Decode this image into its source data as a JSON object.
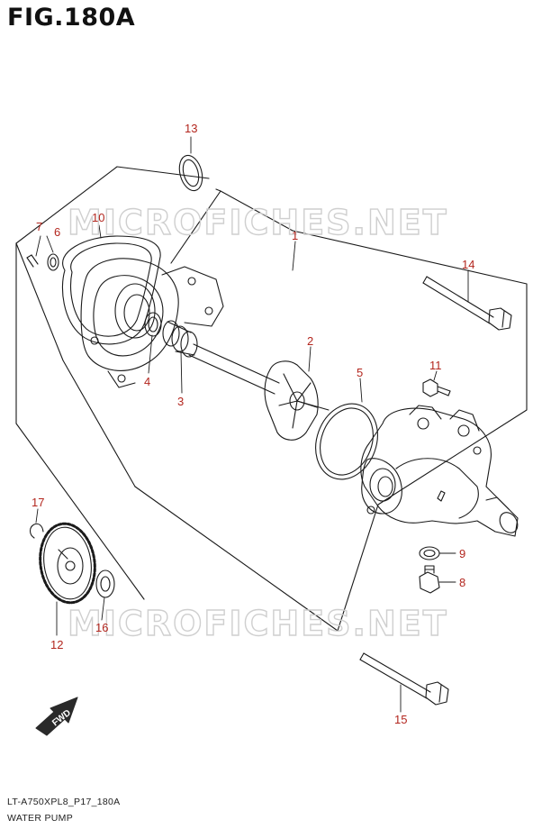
{
  "figure": {
    "title": "FIG.180A",
    "model_code": "LT-A750XPL8_P17_180A",
    "description": "WATER PUMP"
  },
  "watermark": "MICROFICHES.NET",
  "direction_badge": "FWD",
  "callouts": {
    "c1": "1",
    "c2": "2",
    "c3": "3",
    "c4": "4",
    "c5": "5",
    "c6": "6",
    "c7": "7",
    "c8": "8",
    "c9": "9",
    "c10": "10",
    "c11": "11",
    "c12": "12",
    "c13": "13",
    "c14": "14",
    "c15": "15",
    "c16": "16",
    "c17": "17"
  },
  "colors": {
    "callout": "#b3261e",
    "line": "#1a1a1a",
    "watermark": "#cfcfcf"
  }
}
